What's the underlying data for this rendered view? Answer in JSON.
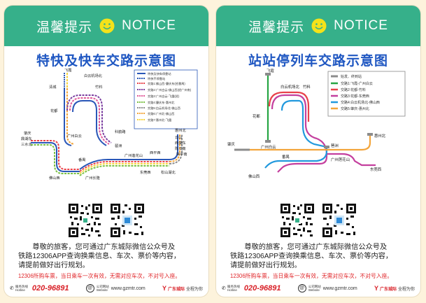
{
  "left": {
    "banner": {
      "cn": "温馨提示",
      "en": "NOTICE"
    },
    "title": "特快及快车交路示意图",
    "legend": [
      "特快及快车停靠站",
      "特快不停靠站",
      "交路1:佛山西-肇庆东(经番禺)",
      "交路2:广州白云-佛山西(经广州南)",
      "交路3:广州白云-飞霞(经)",
      "交路4:肇庆东-惠州北",
      "交路5:白云机场北-佛山西",
      "交路6:广州北-佛山西",
      "交路7:惠州北-飞霞"
    ],
    "stations": [
      "飞霞",
      "白云机场北",
      "竹料",
      "清城",
      "花都",
      "广州白云",
      "肇庆",
      "鼎湖东",
      "三水北",
      "番禺",
      "佛山西",
      "广州长隆",
      "科韵路",
      "琶洲",
      "广州莲花山",
      "西平西",
      "东莞西",
      "松山湖北",
      "常平南",
      "惠州北",
      "云山",
      "西湖东",
      "陈江南",
      "惠州"
    ],
    "notice": [
      "尊敬的旅客，您可通过广东城际微信公众号及",
      "铁路12306APP查询换乘信息、车次、票价等内容，",
      "请提前做好出行规划。"
    ],
    "warn": "12306所购车票，当日乘车一次有效，无需对应车次，不对号入座。",
    "footer": {
      "hotline_label": "服务热线 Hotline",
      "hotline": "020-96891",
      "web_label": "公司网站 Website",
      "web": "www.gzmtr.com",
      "brand": "广东城际",
      "slogan": "全程为你"
    }
  },
  "right": {
    "banner": {
      "cn": "温馨提示",
      "en": "NOTICE"
    },
    "title": "站站停列车交路示意图",
    "legend": [
      "始发、终到站",
      "交路1:飞霞-广州白云",
      "交路2:花都-竹料",
      "交路3:花都-东莞西",
      "交路4:白云机场北-佛山西",
      "交路5:肇庆-惠州北"
    ],
    "stations": [
      "飞霞",
      "白云机场北",
      "竹料",
      "花都",
      "广州白云",
      "肇庆",
      "琶洲",
      "佛山西",
      "番禺",
      "广州莲花山",
      "东莞西",
      "惠州北"
    ],
    "notice": [
      "尊敬的旅客，您可通过广东城际微信公众号及",
      "铁路12306APP查询换乘信息、车次、票价等内容，",
      "请提前做好出行规划。"
    ],
    "warn": "12306所购车票，当日乘车一次有效，无需对应车次，不对号入座。",
    "footer": {
      "hotline_label": "服务热线 Hotline",
      "hotline": "020-96891",
      "web_label": "公司网站 Website",
      "web": "www.gzmtr.com",
      "brand": "广东城际",
      "slogan": "全程为你"
    }
  }
}
